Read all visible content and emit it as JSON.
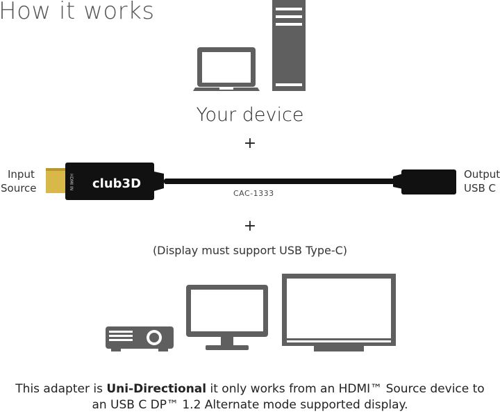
{
  "title": "How it works",
  "your_device": "Your device",
  "plus_1": "+",
  "plus_2": "+",
  "input_label": {
    "line1": "Input",
    "line2": "Source"
  },
  "output_label": {
    "line1": "Output",
    "line2": "USB C"
  },
  "connector_brand": "club3D",
  "connector_port_text": "HDMI IN",
  "model_number": "CAC-1333",
  "display_requirement": "(Display must support USB Type-C)",
  "note": {
    "prefix": "This adapter is ",
    "bold": "Uni-Directional",
    "line1_rest": " it only works from an HDMI™ Source device to",
    "line2": "an USB C DP™ 1.2 Alternate mode supported display."
  },
  "icons": [
    "laptop-icon",
    "tower-pc-icon",
    "projector-icon",
    "monitor-icon",
    "tv-icon",
    "cable-adapter"
  ],
  "colors": {
    "icon_gray": "#5f5f5f",
    "hdmi_gold": "#d9b84a",
    "connector_black": "#111111"
  }
}
